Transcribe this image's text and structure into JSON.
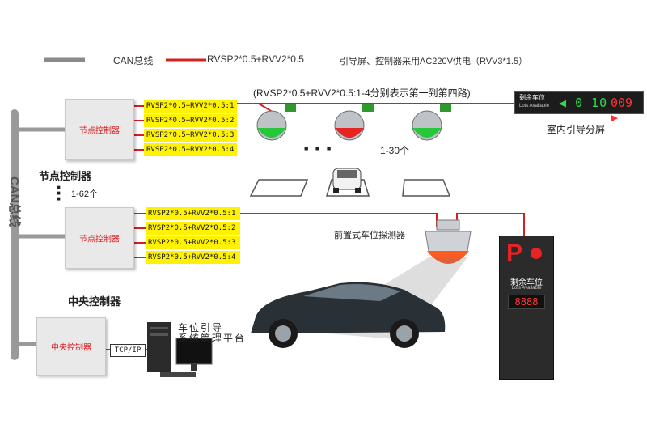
{
  "legend": {
    "can_bus": "CAN总线",
    "cable": "RVSP2*0.5+RVV2*0.5",
    "power_note": "引导屏、控制器采用AC220V供电（RVV3*1.5）"
  },
  "can_vertical_label": "CAN总线",
  "node_controller_1": {
    "label": "节点控制器",
    "cables": [
      "RVSP2*0.5+RVV2*0.5:1",
      "RVSP2*0.5+RVV2*0.5:2",
      "RVSP2*0.5+RVV2*0.5:3",
      "RVSP2*0.5+RVV2*0.5:4"
    ]
  },
  "node_controller_2": {
    "label": "节点控制器",
    "cables": [
      "RVSP2*0.5+RVV2*0.5:1",
      "RVSP2*0.5+RVV2*0.5:2",
      "RVSP2*0.5+RVV2*0.5:3",
      "RVSP2*0.5+RVV2*0.5:4"
    ]
  },
  "node_controller_title": "节点控制器",
  "node_count": "1-62个",
  "route_note": "(RVSP2*0.5+RVV2*0.5:1-4分别表示第一到第四路)",
  "sensor_count": "1-30个",
  "indoor_screen": {
    "label": "剩余车位",
    "sub": "Lots Available",
    "digits": "0 10",
    "red_digits": "009",
    "caption": "室内引导分屏"
  },
  "front_detector_label": "前置式车位探测器",
  "central_title": "中央控制器",
  "central_label": "中央控制器",
  "tcp_label": "TCP/IP",
  "platform_label_1": "车位引导",
  "platform_label_2": "系统管理平台",
  "pillar_sign": {
    "letter": "P",
    "label": "剩余车位",
    "sub": "Lots Available",
    "digits": "8888"
  },
  "ellipsis": "■ ■ ■",
  "colors": {
    "can": "#777777",
    "cable": "#d61f1f",
    "tag": "#fff200",
    "tcp": "#2b5cd6"
  }
}
